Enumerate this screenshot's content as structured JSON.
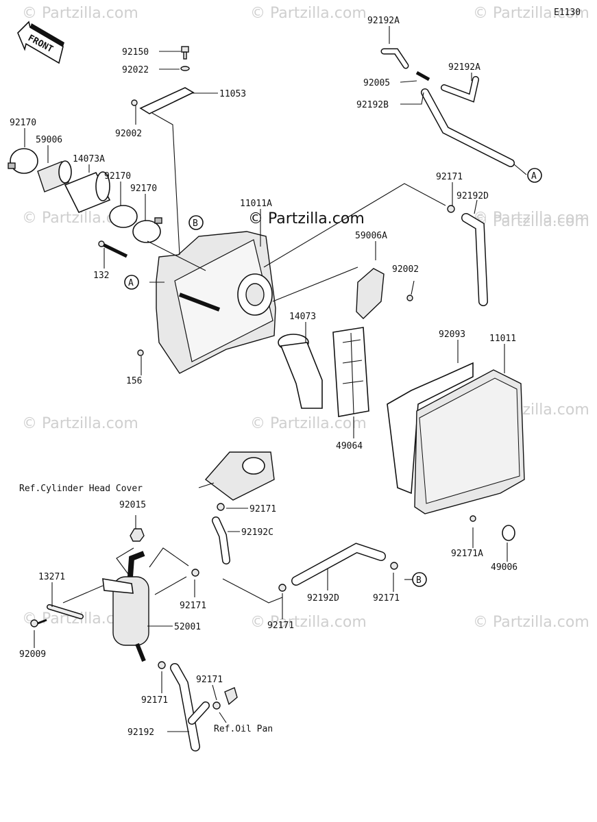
{
  "diagram_code": "E1130",
  "front_label": "FRONT",
  "watermarks": {
    "main": "© Partzilla.com",
    "faint": [
      "© Partzilla.com",
      "© Partzilla.com",
      "© Partzilla.com",
      "© Partzilla.com",
      "© Partzilla.com",
      "© Partzilla.com",
      "© Partzilla.com",
      "© Partzilla.com",
      "© Partzilla.com",
      "© Partzilla.com",
      "© Partzilla.com",
      "© Partzilla.com"
    ]
  },
  "callouts": [
    {
      "id": "A1",
      "letter": "A"
    },
    {
      "id": "A2",
      "letter": "A"
    },
    {
      "id": "B1",
      "letter": "B"
    },
    {
      "id": "B2",
      "letter": "B"
    }
  ],
  "parts": [
    "92150",
    "92022",
    "11053",
    "92002",
    "92170",
    "59006",
    "14073A",
    "92170",
    "92170",
    "11011A",
    "132",
    "92192A",
    "92005",
    "92192A",
    "92192B",
    "92171",
    "92192D",
    "59006A",
    "92002",
    "14073",
    "92093",
    "11011",
    "156",
    "49064",
    "Ref.Cylinder Head Cover",
    "92171",
    "92015",
    "92192C",
    "92171A",
    "49006",
    "13271",
    "92171",
    "52001",
    "92192D",
    "92171",
    "92171",
    "92009",
    "92171",
    "92171",
    "92192",
    "Ref.Oil Pan"
  ]
}
